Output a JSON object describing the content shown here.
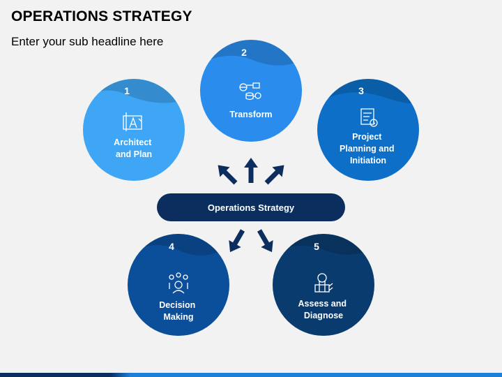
{
  "header": {
    "title": "OPERATIONS STRATEGY",
    "subtitle": "Enter your sub headline here"
  },
  "center": {
    "label": "Operations Strategy",
    "color": "#0b2e5e"
  },
  "steps": [
    {
      "number": "1",
      "lines": [
        "Architect",
        "and Plan"
      ],
      "color": "#3ea6f5",
      "icon": "blueprint-icon"
    },
    {
      "number": "2",
      "lines": [
        "Transform"
      ],
      "color": "#2a8cec",
      "icon": "network-database-icon"
    },
    {
      "number": "3",
      "lines": [
        "Project",
        "Planning and",
        "Initiation"
      ],
      "color": "#0d6fc8",
      "icon": "project-plan-icon"
    },
    {
      "number": "4",
      "lines": [
        "Decision",
        "Making"
      ],
      "color": "#0b4e9a",
      "icon": "decision-icon"
    },
    {
      "number": "5",
      "lines": [
        "Assess and",
        "Diagnose"
      ],
      "color": "#0a3b6e",
      "icon": "assessment-icon"
    }
  ],
  "arrow_color": "#0b2e5e"
}
